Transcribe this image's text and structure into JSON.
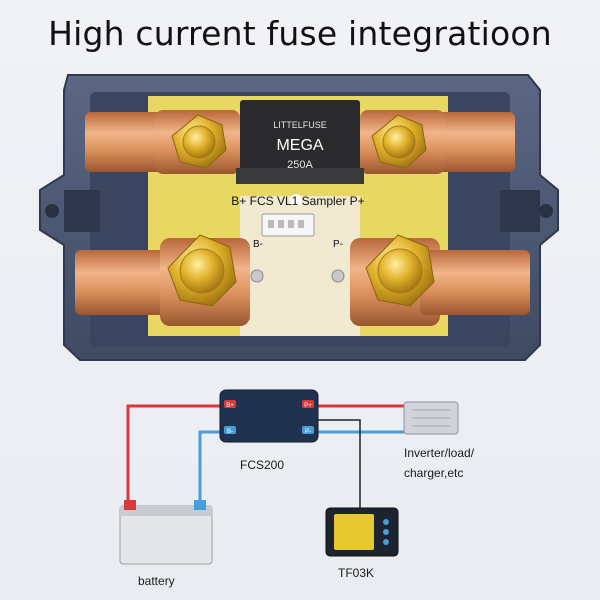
{
  "headline": "High current fuse integratioon",
  "fuse": {
    "brand": "LITTELFUSE",
    "model": "MEGA",
    "rating": "250A"
  },
  "board": {
    "silkscreen": "B+  FCS  VL1  Sampler  P+",
    "b_minus": "B-",
    "p_minus": "P-"
  },
  "diagram": {
    "device_label": "FCS200",
    "load_label_line1": "Inverter/load/",
    "load_label_line2": "charger,etc",
    "monitor_label": "TF03K",
    "battery_label": "battery",
    "terminal_b_plus": "B+",
    "terminal_b_minus": "B-",
    "terminal_p_plus": "P+",
    "terminal_p_minus": "P-"
  },
  "colors": {
    "housing": "#4a5670",
    "copper": "#d98f5a",
    "brass": "#d9a820",
    "pcb": "#e6d860",
    "wire_positive": "#d83a3a",
    "wire_negative": "#4a9ed8",
    "wire_signal": "#222222"
  }
}
